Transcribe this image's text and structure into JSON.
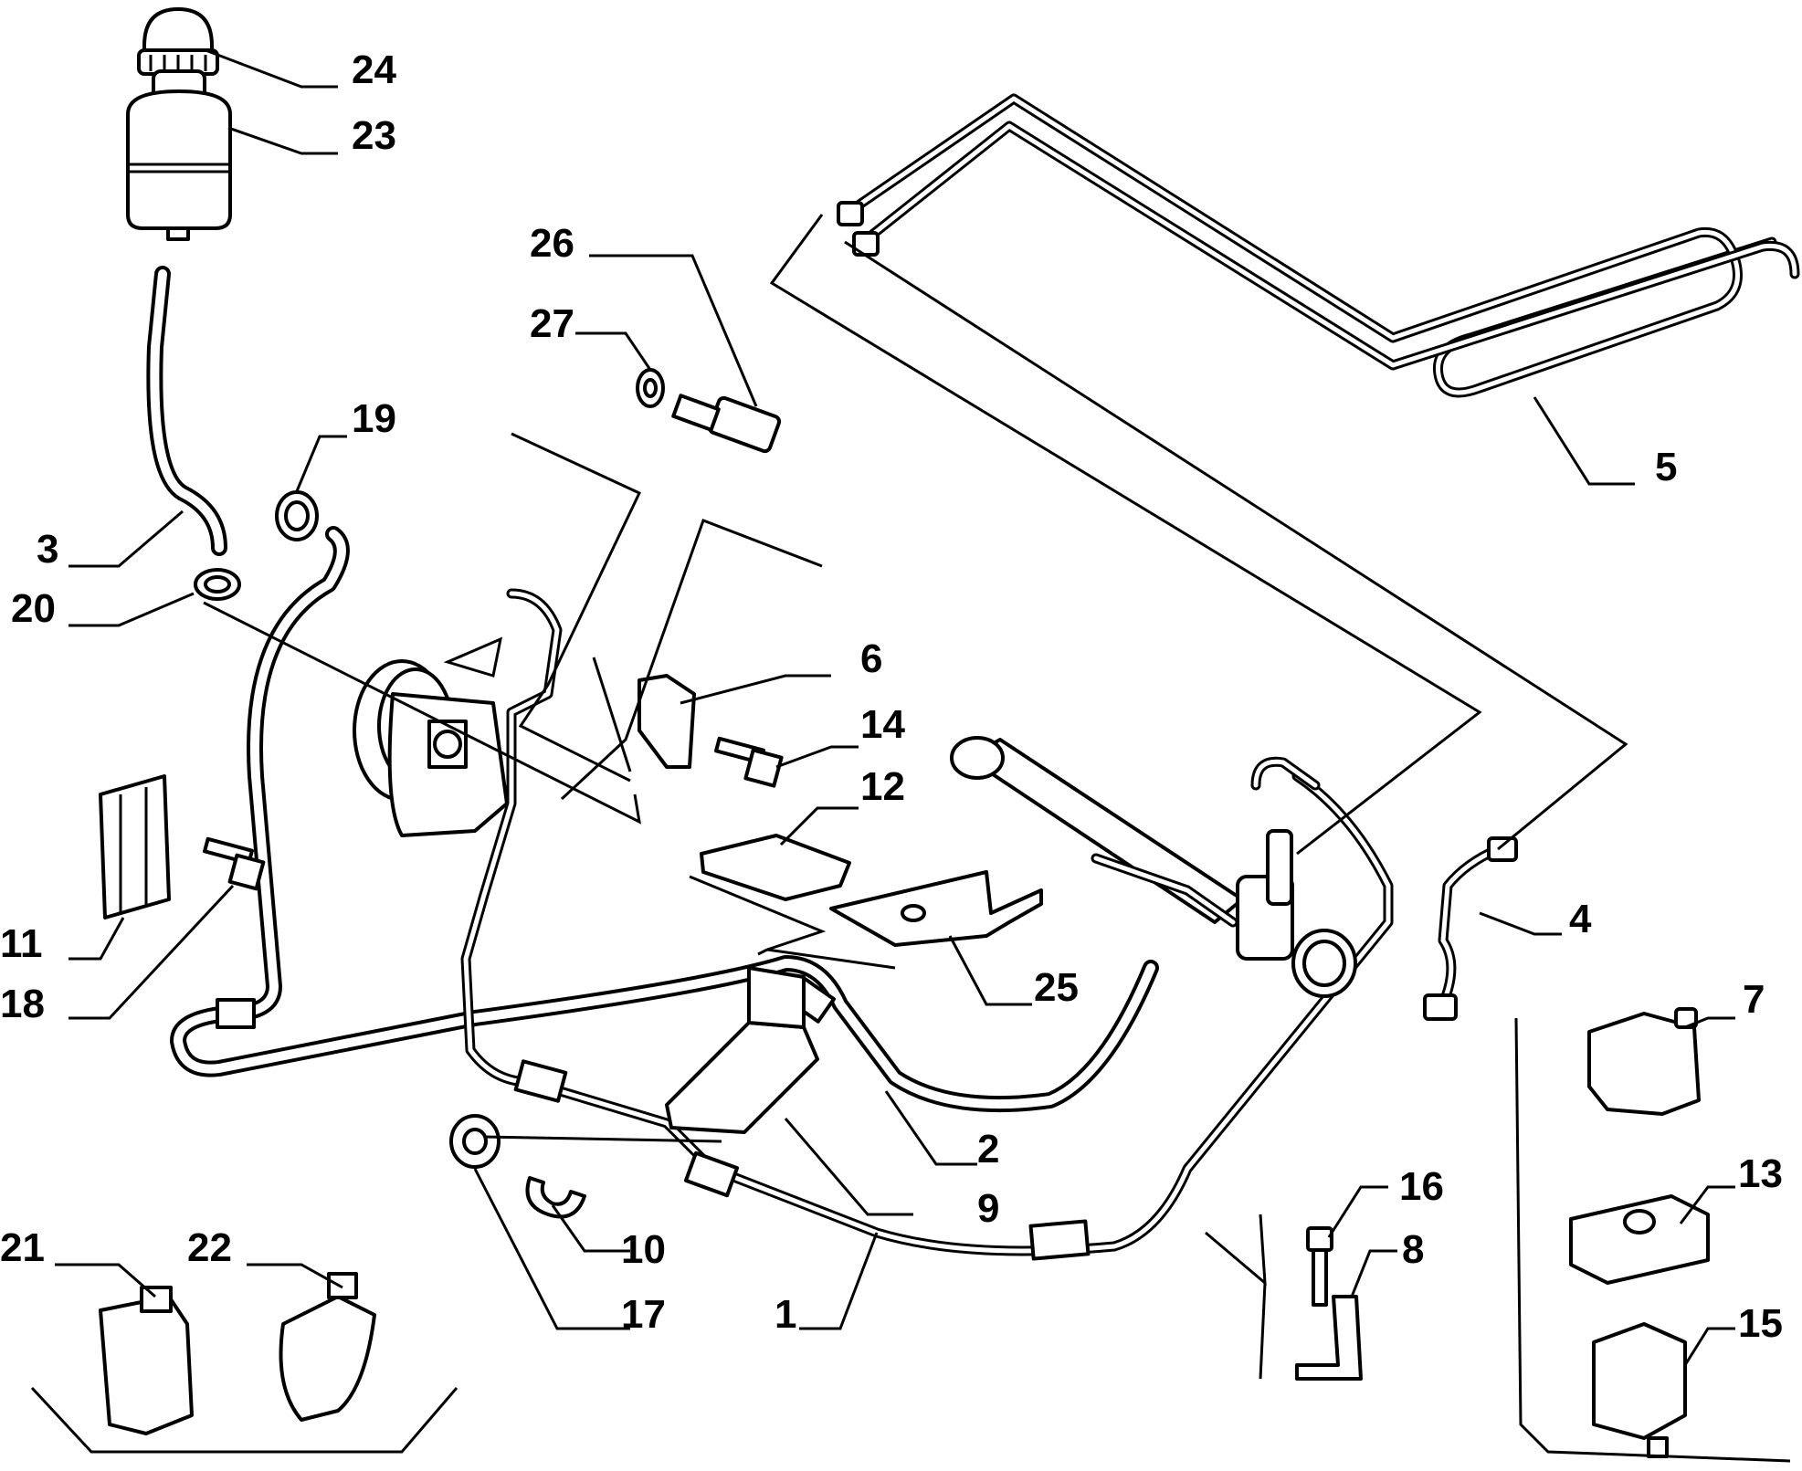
{
  "diagram": {
    "background": "#ffffff",
    "ink": "#000000",
    "callouts": [
      {
        "id": "c24",
        "label": "24"
      },
      {
        "id": "c23",
        "label": "23"
      },
      {
        "id": "c26",
        "label": "26"
      },
      {
        "id": "c27",
        "label": "27"
      },
      {
        "id": "c19",
        "label": "19"
      },
      {
        "id": "c3",
        "label": "3"
      },
      {
        "id": "c20",
        "label": "20"
      },
      {
        "id": "c5",
        "label": "5"
      },
      {
        "id": "c6",
        "label": "6"
      },
      {
        "id": "c14",
        "label": "14"
      },
      {
        "id": "c12",
        "label": "12"
      },
      {
        "id": "c11",
        "label": "11"
      },
      {
        "id": "c18",
        "label": "18"
      },
      {
        "id": "c4",
        "label": "4"
      },
      {
        "id": "c25",
        "label": "25"
      },
      {
        "id": "c7",
        "label": "7"
      },
      {
        "id": "c2",
        "label": "2"
      },
      {
        "id": "c9",
        "label": "9"
      },
      {
        "id": "c16",
        "label": "16"
      },
      {
        "id": "c13",
        "label": "13"
      },
      {
        "id": "c8",
        "label": "8"
      },
      {
        "id": "c10",
        "label": "10"
      },
      {
        "id": "c21",
        "label": "21"
      },
      {
        "id": "c22",
        "label": "22"
      },
      {
        "id": "c17",
        "label": "17"
      },
      {
        "id": "c1",
        "label": "1"
      },
      {
        "id": "c15",
        "label": "15"
      }
    ]
  }
}
